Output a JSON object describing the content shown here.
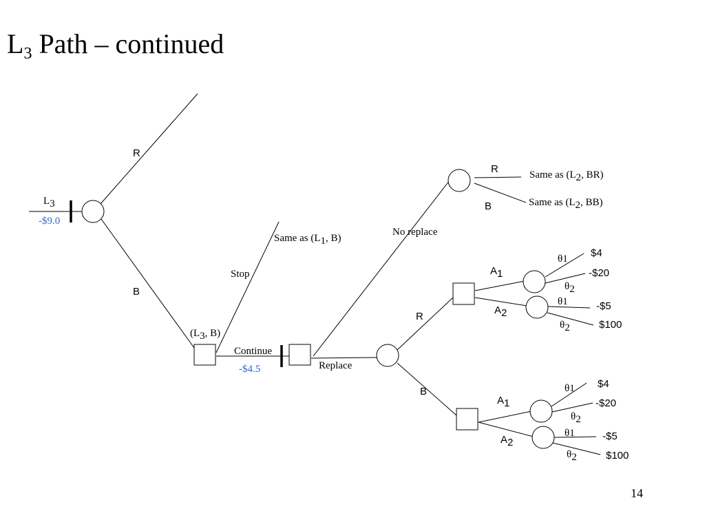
{
  "title": {
    "main": "L",
    "sub": "3",
    "rest": " Path – continued"
  },
  "page_number": "14",
  "colors": {
    "cost": "#3366cc"
  },
  "tree": {
    "root_label": "L",
    "root_label_sub": "3",
    "root_cost": "-$9.0",
    "branch_R": "R",
    "branch_B": "B",
    "decision_L3B_label_a": "(L",
    "decision_L3B_label_sub": "3",
    "decision_L3B_label_b": ", B)",
    "stop": "Stop",
    "stop_outcome_a": "Same as (L",
    "stop_outcome_sub": "1",
    "stop_outcome_b": ", B)",
    "continue": "Continue",
    "continue_cost": "-$4.5",
    "no_replace": "No replace",
    "replace": "Replace",
    "nr_R": "R",
    "nr_B": "B",
    "nr_R_outcome_a": "Same as (L",
    "nr_R_outcome_sub": "2",
    "nr_R_outcome_b": ", BR)",
    "nr_B_outcome_a": "Same as (L",
    "nr_B_outcome_sub": "2",
    "nr_B_outcome_b": ", BB)",
    "rep_R": "R",
    "rep_B": "B",
    "act": "A",
    "act1_sub": "1",
    "act2_sub": "2",
    "theta": "θ",
    "theta1_suffix": "1",
    "theta2_sub": "2",
    "payoffs_A1": [
      "$4",
      "-$20"
    ],
    "payoffs_A2": [
      "-$5",
      "$100"
    ]
  }
}
